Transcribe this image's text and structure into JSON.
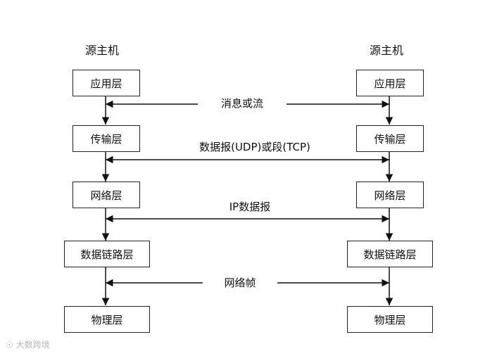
{
  "left_host": {
    "title": "源主机",
    "layers": [
      "应用层",
      "传输层",
      "网络层",
      "数据链路层",
      "物理层"
    ]
  },
  "right_host": {
    "title": "源主机",
    "layers": [
      "应用层",
      "传输层",
      "网络层",
      "数据链路层",
      "物理层"
    ]
  },
  "messages": [
    "消息或流",
    "数据报(UDP)或段(TCP)",
    "IP数据报",
    "网络帧"
  ],
  "watermark": "大数跨境",
  "colors": {
    "line": "#111111",
    "border": "#222222",
    "watermark": "#b8b8b8"
  }
}
